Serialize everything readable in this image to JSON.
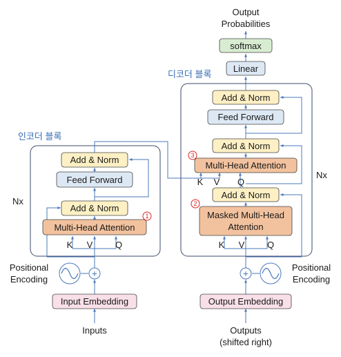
{
  "colors": {
    "add_norm": "#fdf0c4",
    "feed_forward": "#dde8f5",
    "attention": "#f2c29e",
    "embedding": "#f8dfe8",
    "linear": "#dde8f5",
    "softmax": "#d8ecd2",
    "line": "#4a78b8",
    "korean_label": "#3a6fb5",
    "badge": "#dd2222"
  },
  "output": {
    "title_line1": "Output",
    "title_line2": "Probabilities"
  },
  "blocks": {
    "softmax": "softmax",
    "linear": "Linear",
    "add_norm": "Add & Norm",
    "feed_forward": "Feed Forward",
    "multi_head_attention": "Multi-Head Attention",
    "masked_line1": "Masked Multi-Head",
    "masked_line2": "Attention",
    "input_embedding": "Input Embedding",
    "output_embedding": "Output Embedding"
  },
  "labels": {
    "encoder_block": "인코더 블록",
    "decoder_block": "디코더 블록",
    "nx": "Nx",
    "k": "K",
    "v": "V",
    "q": "Q",
    "positional_line1": "Positional",
    "positional_line2": "Encoding",
    "inputs": "Inputs",
    "outputs_line1": "Outputs",
    "outputs_line2": "(shifted right)",
    "plus": "+"
  },
  "badges": {
    "one": "1",
    "two": "2",
    "three": "3"
  }
}
